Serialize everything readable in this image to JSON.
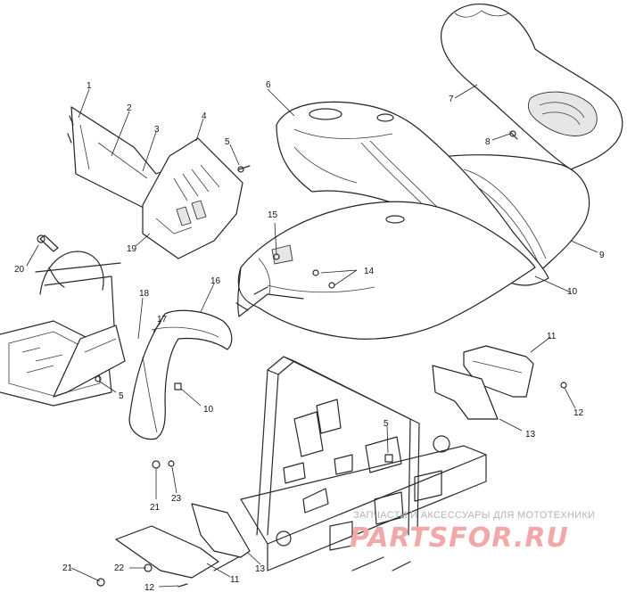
{
  "callouts": {
    "c1": "1",
    "c2": "2",
    "c3": "3",
    "c4": "4",
    "c5a": "5",
    "c5b": "5",
    "c5c": "5",
    "c6": "6",
    "c7": "7",
    "c8": "8",
    "c9": "9",
    "c10a": "10",
    "c10b": "10",
    "c11a": "11",
    "c11b": "11",
    "c12a": "12",
    "c12b": "12",
    "c13a": "13",
    "c13b": "13",
    "c14": "14",
    "c15": "15",
    "c16": "16",
    "c17": "17",
    "c18": "18",
    "c19": "19",
    "c20": "20",
    "c21a": "21",
    "c21b": "21",
    "c22": "22",
    "c23": "23"
  },
  "watermark": {
    "subtitle": "ЗАПЧАСТИ И АКСЕССУАРЫ ДЛЯ МОТОТЕХНИКИ",
    "brand": "PARTSFOR.RU"
  },
  "colors": {
    "line": "#222222",
    "watermark": "#f2a8a8",
    "watermark_sub": "#b4b4b4"
  }
}
